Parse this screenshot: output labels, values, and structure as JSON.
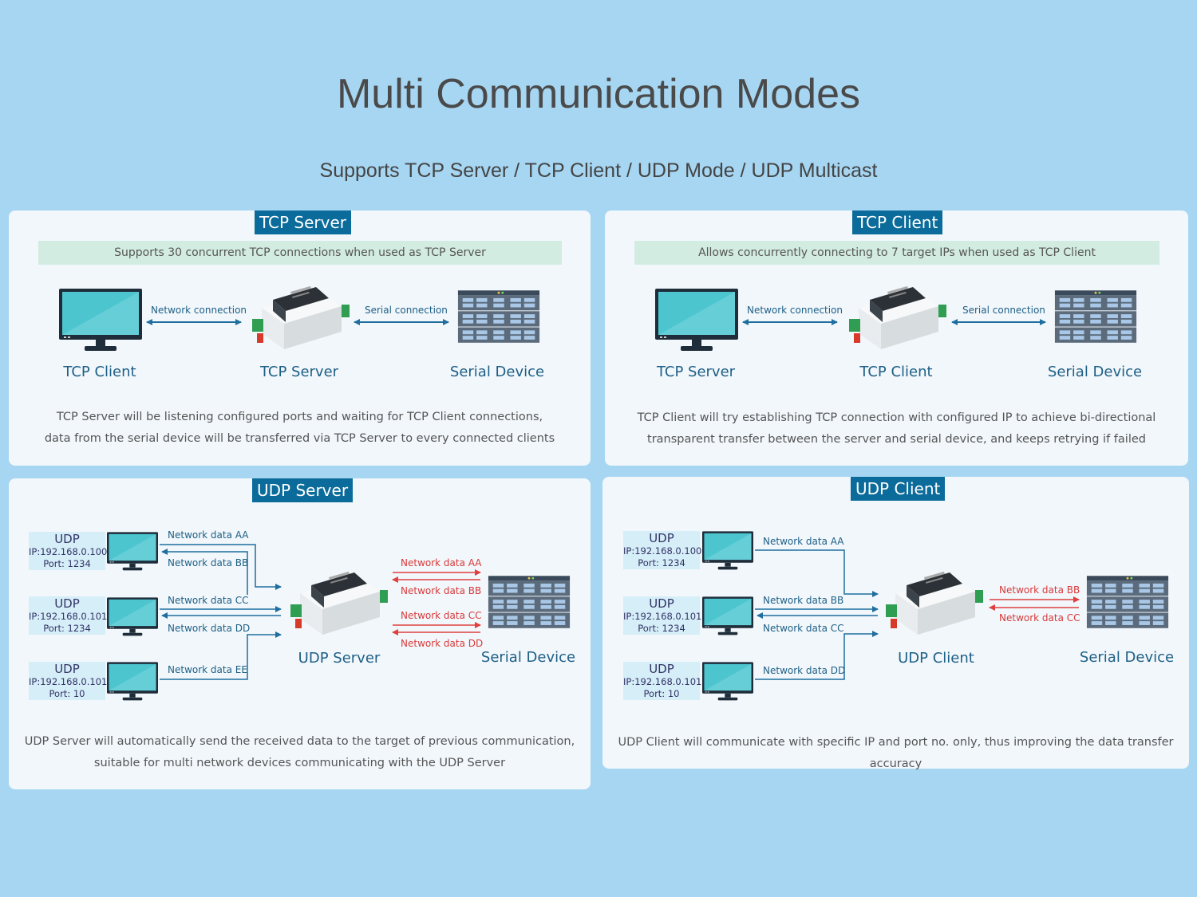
{
  "title": "Multi Communication Modes",
  "subtitle": "Supports TCP Server / TCP Client / UDP Mode / UDP Multicast",
  "colors": {
    "background": "#a6d6f2",
    "panel": "#f1f7fb",
    "title_tag": "#0b6b9a",
    "band": "#d3ece2",
    "blue_arrow": "#1e6f9f",
    "red_arrow": "#e04040"
  },
  "tcp_server": {
    "title": "TCP Server",
    "band": "Supports 30 concurrent TCP connections when used as TCP Server",
    "network_connection": "Network connection",
    "serial_connection": "Serial connection",
    "left_label": "TCP Client",
    "center_label": "TCP Server",
    "right_label": "Serial Device",
    "desc_line1": "TCP Server will be listening configured ports and waiting for TCP Client connections,",
    "desc_line2": "data from the serial device will be transferred via TCP Server to every connected clients"
  },
  "tcp_client": {
    "title": "TCP Client",
    "band": "Allows concurrently connecting to 7 target IPs when used as TCP Client",
    "network_connection": "Network connection",
    "serial_connection": "Serial connection",
    "left_label": "TCP Server",
    "center_label": "TCP Client",
    "right_label": "Serial Device",
    "desc_line1": "TCP Client will try establishing TCP connection with configured IP to achieve bi-directional",
    "desc_line2": "transparent transfer between the server and serial device, and keeps retrying if failed"
  },
  "udp_server": {
    "title": "UDP Server",
    "hosts": [
      {
        "name": "UDP",
        "ip": "IP:192.168.0.100",
        "port": "Port: 1234"
      },
      {
        "name": "UDP",
        "ip": "IP:192.168.0.101",
        "port": "Port: 1234"
      },
      {
        "name": "UDP",
        "ip": "IP:192.168.0.101",
        "port": "Port: 10"
      }
    ],
    "net_labels": [
      "Network data AA",
      "Network data BB",
      "Network data CC",
      "Network data DD",
      "Network data EE"
    ],
    "serial_labels": [
      "Network data AA",
      "Network data BB",
      "Network data CC",
      "Network data DD"
    ],
    "center_label": "UDP Server",
    "right_label": "Serial Device",
    "desc_line1": "UDP Server will automatically send the received data to the target of previous communication,",
    "desc_line2": "suitable for multi network devices communicating with the UDP Server"
  },
  "udp_client": {
    "title": "UDP Client",
    "hosts": [
      {
        "name": "UDP",
        "ip": "IP:192.168.0.100",
        "port": "Port: 1234"
      },
      {
        "name": "UDP",
        "ip": "IP:192.168.0.101",
        "port": "Port: 1234"
      },
      {
        "name": "UDP",
        "ip": "IP:192.168.0.101",
        "port": "Port: 10"
      }
    ],
    "net_labels": [
      "Network data AA",
      "Network data BB",
      "Network data CC",
      "Network data DD"
    ],
    "serial_labels": [
      "Network data BB",
      "Network data CC"
    ],
    "center_label": "UDP Client",
    "right_label": "Serial Device",
    "desc_line1": "UDP Client will communicate with specific IP and port no. only, thus improving the data transfer accuracy"
  }
}
